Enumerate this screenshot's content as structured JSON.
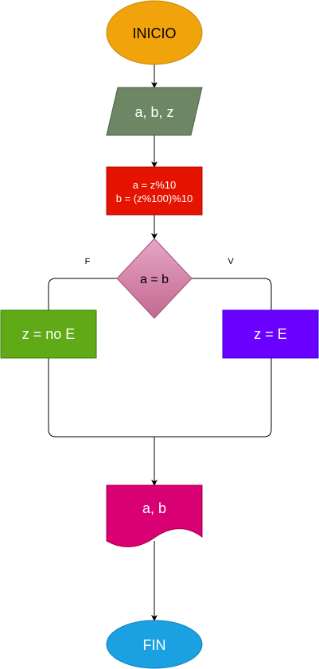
{
  "flowchart": {
    "start": {
      "label": "INICIO",
      "fill": "#f0a30a"
    },
    "input": {
      "label": "a, b, z",
      "fill": "#6d8764"
    },
    "process": {
      "line1": "a = z%10",
      "line2": "b = (z%100)%10",
      "fill": "#e51400"
    },
    "decision": {
      "label": "a = b",
      "fill_top": "#e6a5c6",
      "fill_bottom": "#c3698f"
    },
    "branch_false": {
      "edge_label": "F",
      "label": "z = no E",
      "fill": "#60a917"
    },
    "branch_true": {
      "edge_label": "V",
      "label": "z = E",
      "fill": "#6a00ff"
    },
    "output": {
      "label": "a, b",
      "fill": "#d80073"
    },
    "end": {
      "label": "FIN",
      "fill": "#1ba1e2"
    }
  }
}
